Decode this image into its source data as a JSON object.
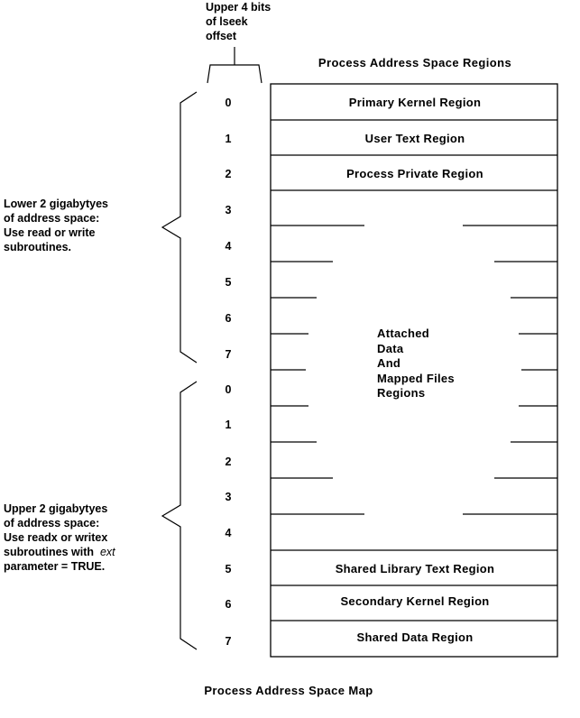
{
  "header_label": {
    "lines": [
      "Upper 4 bits",
      "of lseek",
      "offset"
    ]
  },
  "map_title": "Process Address Space Regions",
  "caption": "Process Address Space Map",
  "lower_description": {
    "lines": [
      "Lower 2 gigabytyes",
      "of address space:",
      "Use read or write",
      "subroutines."
    ]
  },
  "upper_description": {
    "lines": [
      "Upper 2 gigabytyes",
      "of address space:",
      "Use readx or writex",
      "subroutines with"
    ],
    "ext_word": "ext",
    "last_line": "parameter = TRUE."
  },
  "segments_lower": [
    "0",
    "1",
    "2",
    "3",
    "4",
    "5",
    "6",
    "7"
  ],
  "segments_upper": [
    "0",
    "1",
    "2",
    "3",
    "4",
    "5",
    "6",
    "7"
  ],
  "regions": {
    "primary_kernel": "Primary Kernel Region",
    "user_text": "User Text Region",
    "process_private": "Process Private Region",
    "attached_data_lines": [
      "Attached",
      "Data",
      "And",
      "Mapped Files",
      "Regions"
    ],
    "shared_library_text": "Shared Library Text Region",
    "secondary_kernel": "Secondary Kernel Region",
    "shared_data": "Shared Data Region"
  }
}
